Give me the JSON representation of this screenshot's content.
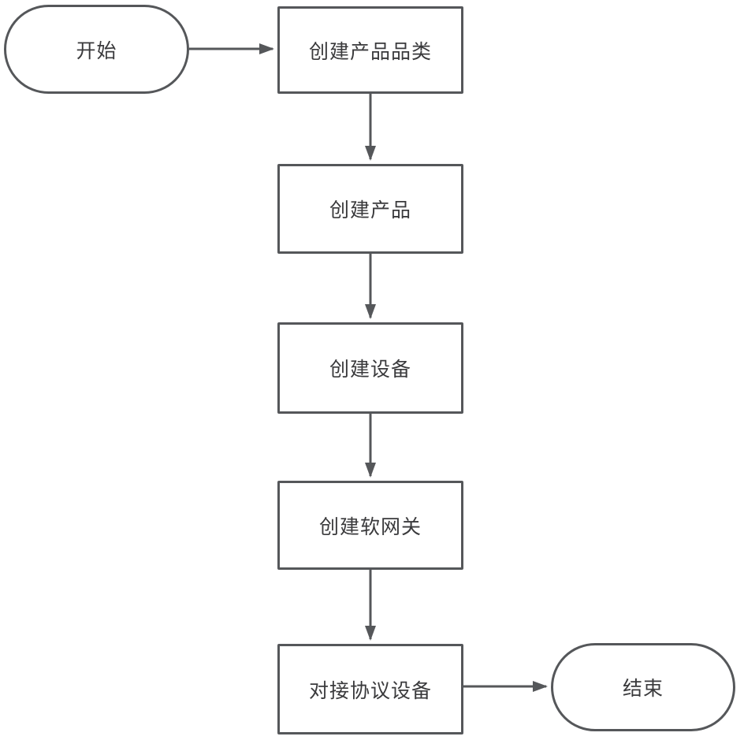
{
  "diagram": {
    "type": "flowchart",
    "colors": {
      "node_border": "#55575a",
      "node_fill": "#ffffff",
      "text": "#3a3a3c",
      "arrow": "#55575a",
      "background": "#ffffff"
    },
    "nodes": [
      {
        "id": "start",
        "shape": "terminator",
        "label": "开始"
      },
      {
        "id": "create-product-category",
        "shape": "process",
        "label": "创建产品品类"
      },
      {
        "id": "create-product",
        "shape": "process",
        "label": "创建产品"
      },
      {
        "id": "create-device",
        "shape": "process",
        "label": "创建设备"
      },
      {
        "id": "create-soft-gateway",
        "shape": "process",
        "label": "创建软网关"
      },
      {
        "id": "connect-protocol-device",
        "shape": "process",
        "label": "对接协议设备"
      },
      {
        "id": "end",
        "shape": "terminator",
        "label": "结束"
      }
    ],
    "edges": [
      {
        "from": "start",
        "to": "create-product-category"
      },
      {
        "from": "create-product-category",
        "to": "create-product"
      },
      {
        "from": "create-product",
        "to": "create-device"
      },
      {
        "from": "create-device",
        "to": "create-soft-gateway"
      },
      {
        "from": "create-soft-gateway",
        "to": "connect-protocol-device"
      },
      {
        "from": "connect-protocol-device",
        "to": "end"
      }
    ]
  }
}
